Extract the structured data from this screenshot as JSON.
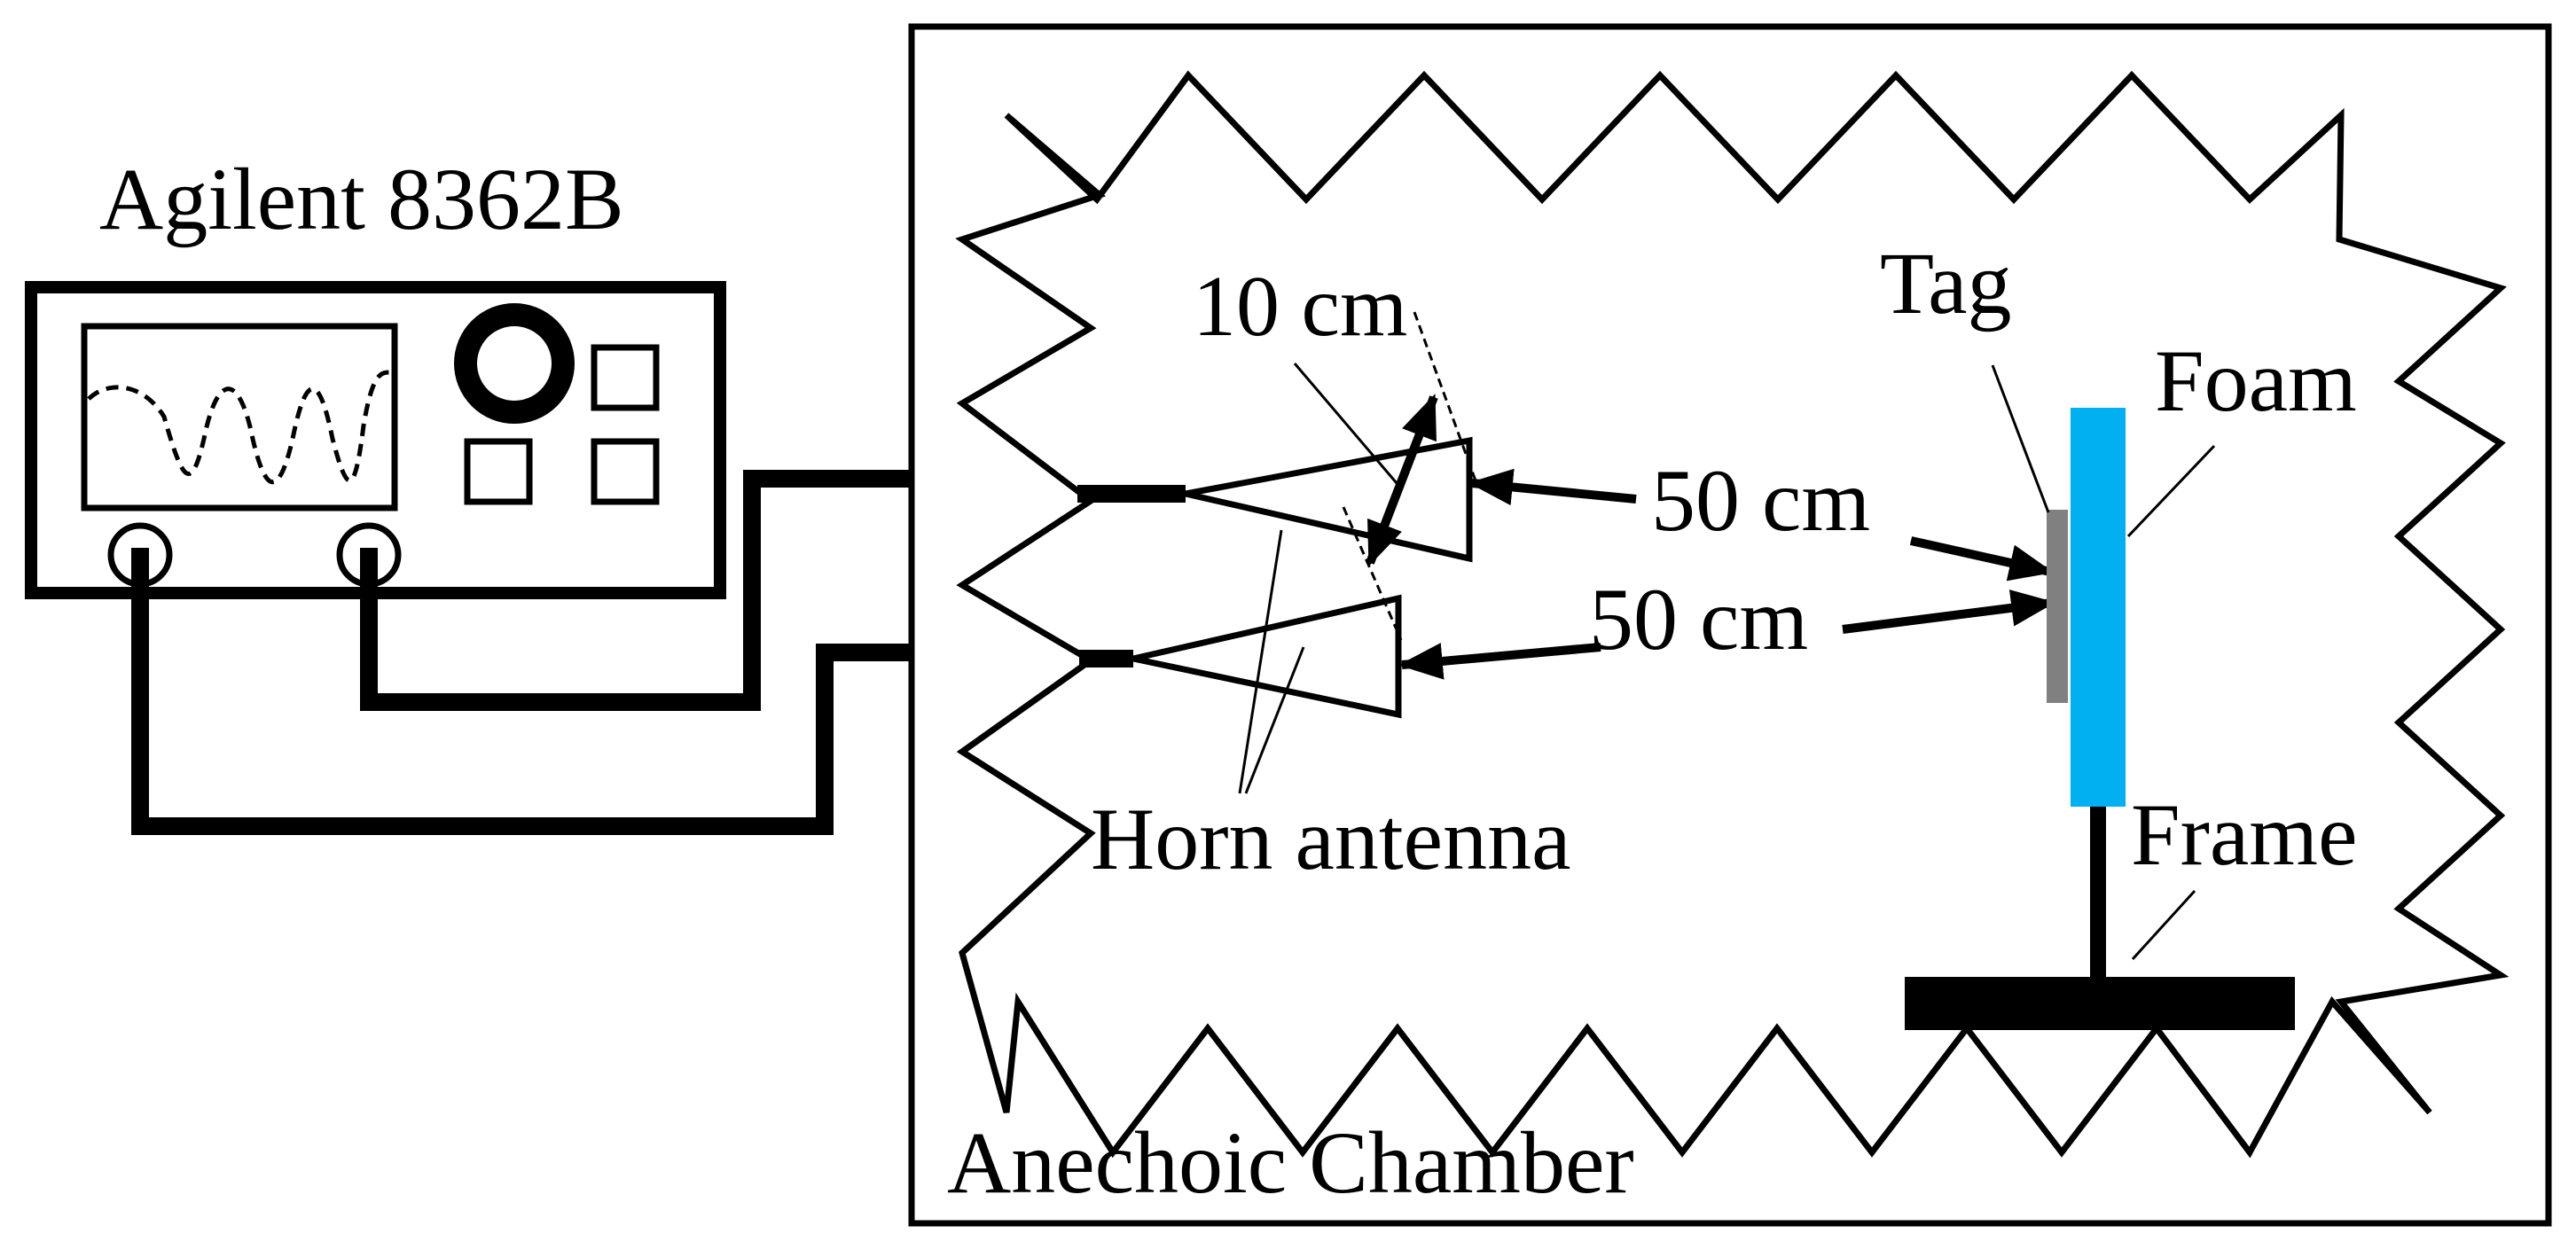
{
  "labels": {
    "instrument": "Agilent 8362B",
    "horn_spacing": "10 cm",
    "distance_upper": "50 cm",
    "distance_lower": "50 cm",
    "tag": "Tag",
    "foam": "Foam",
    "frame": "Frame",
    "horn_antenna": "Horn antenna",
    "chamber": "Anechoic Chamber"
  },
  "colors": {
    "line": "#000000",
    "foam": "#00b0f0",
    "tag": "#808080",
    "background": "#ffffff"
  }
}
